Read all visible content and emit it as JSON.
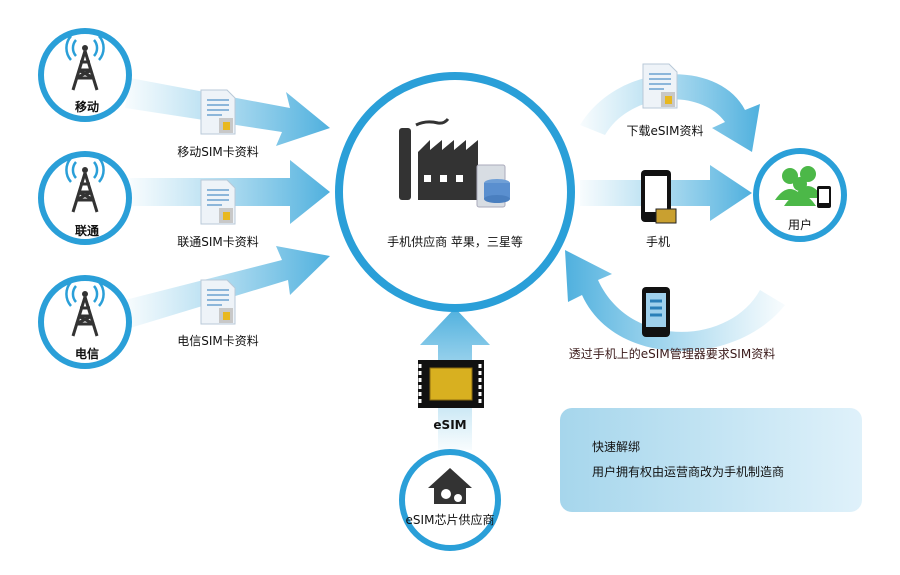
{
  "colors": {
    "ring": "#2a9fd8",
    "arrow": "#6fc0e4",
    "tower": "#333333",
    "user_green": "#4cb848",
    "request_text": "#3a1a1a"
  },
  "carriers": [
    {
      "name": "移动",
      "profile_label": "移动SIM卡资料"
    },
    {
      "name": "联通",
      "profile_label": "联通SIM卡资料"
    },
    {
      "name": "电信",
      "profile_label": "电信SIM卡资料"
    }
  ],
  "phone_vendor": {
    "label": "手机供应商 苹果，三星等",
    "icon": "factory-server-icon"
  },
  "download_label": "下载eSIM资料",
  "phone_label": "手机",
  "user_label": "用户",
  "request_label": "透过手机上的eSIM管理器要求SIM资料",
  "esim_label": "eSIM",
  "chip_vendor_label": "eSIM芯片供应商",
  "note": {
    "title": "快速解绑",
    "body": "用户拥有权由运营商改为手机制造商"
  }
}
